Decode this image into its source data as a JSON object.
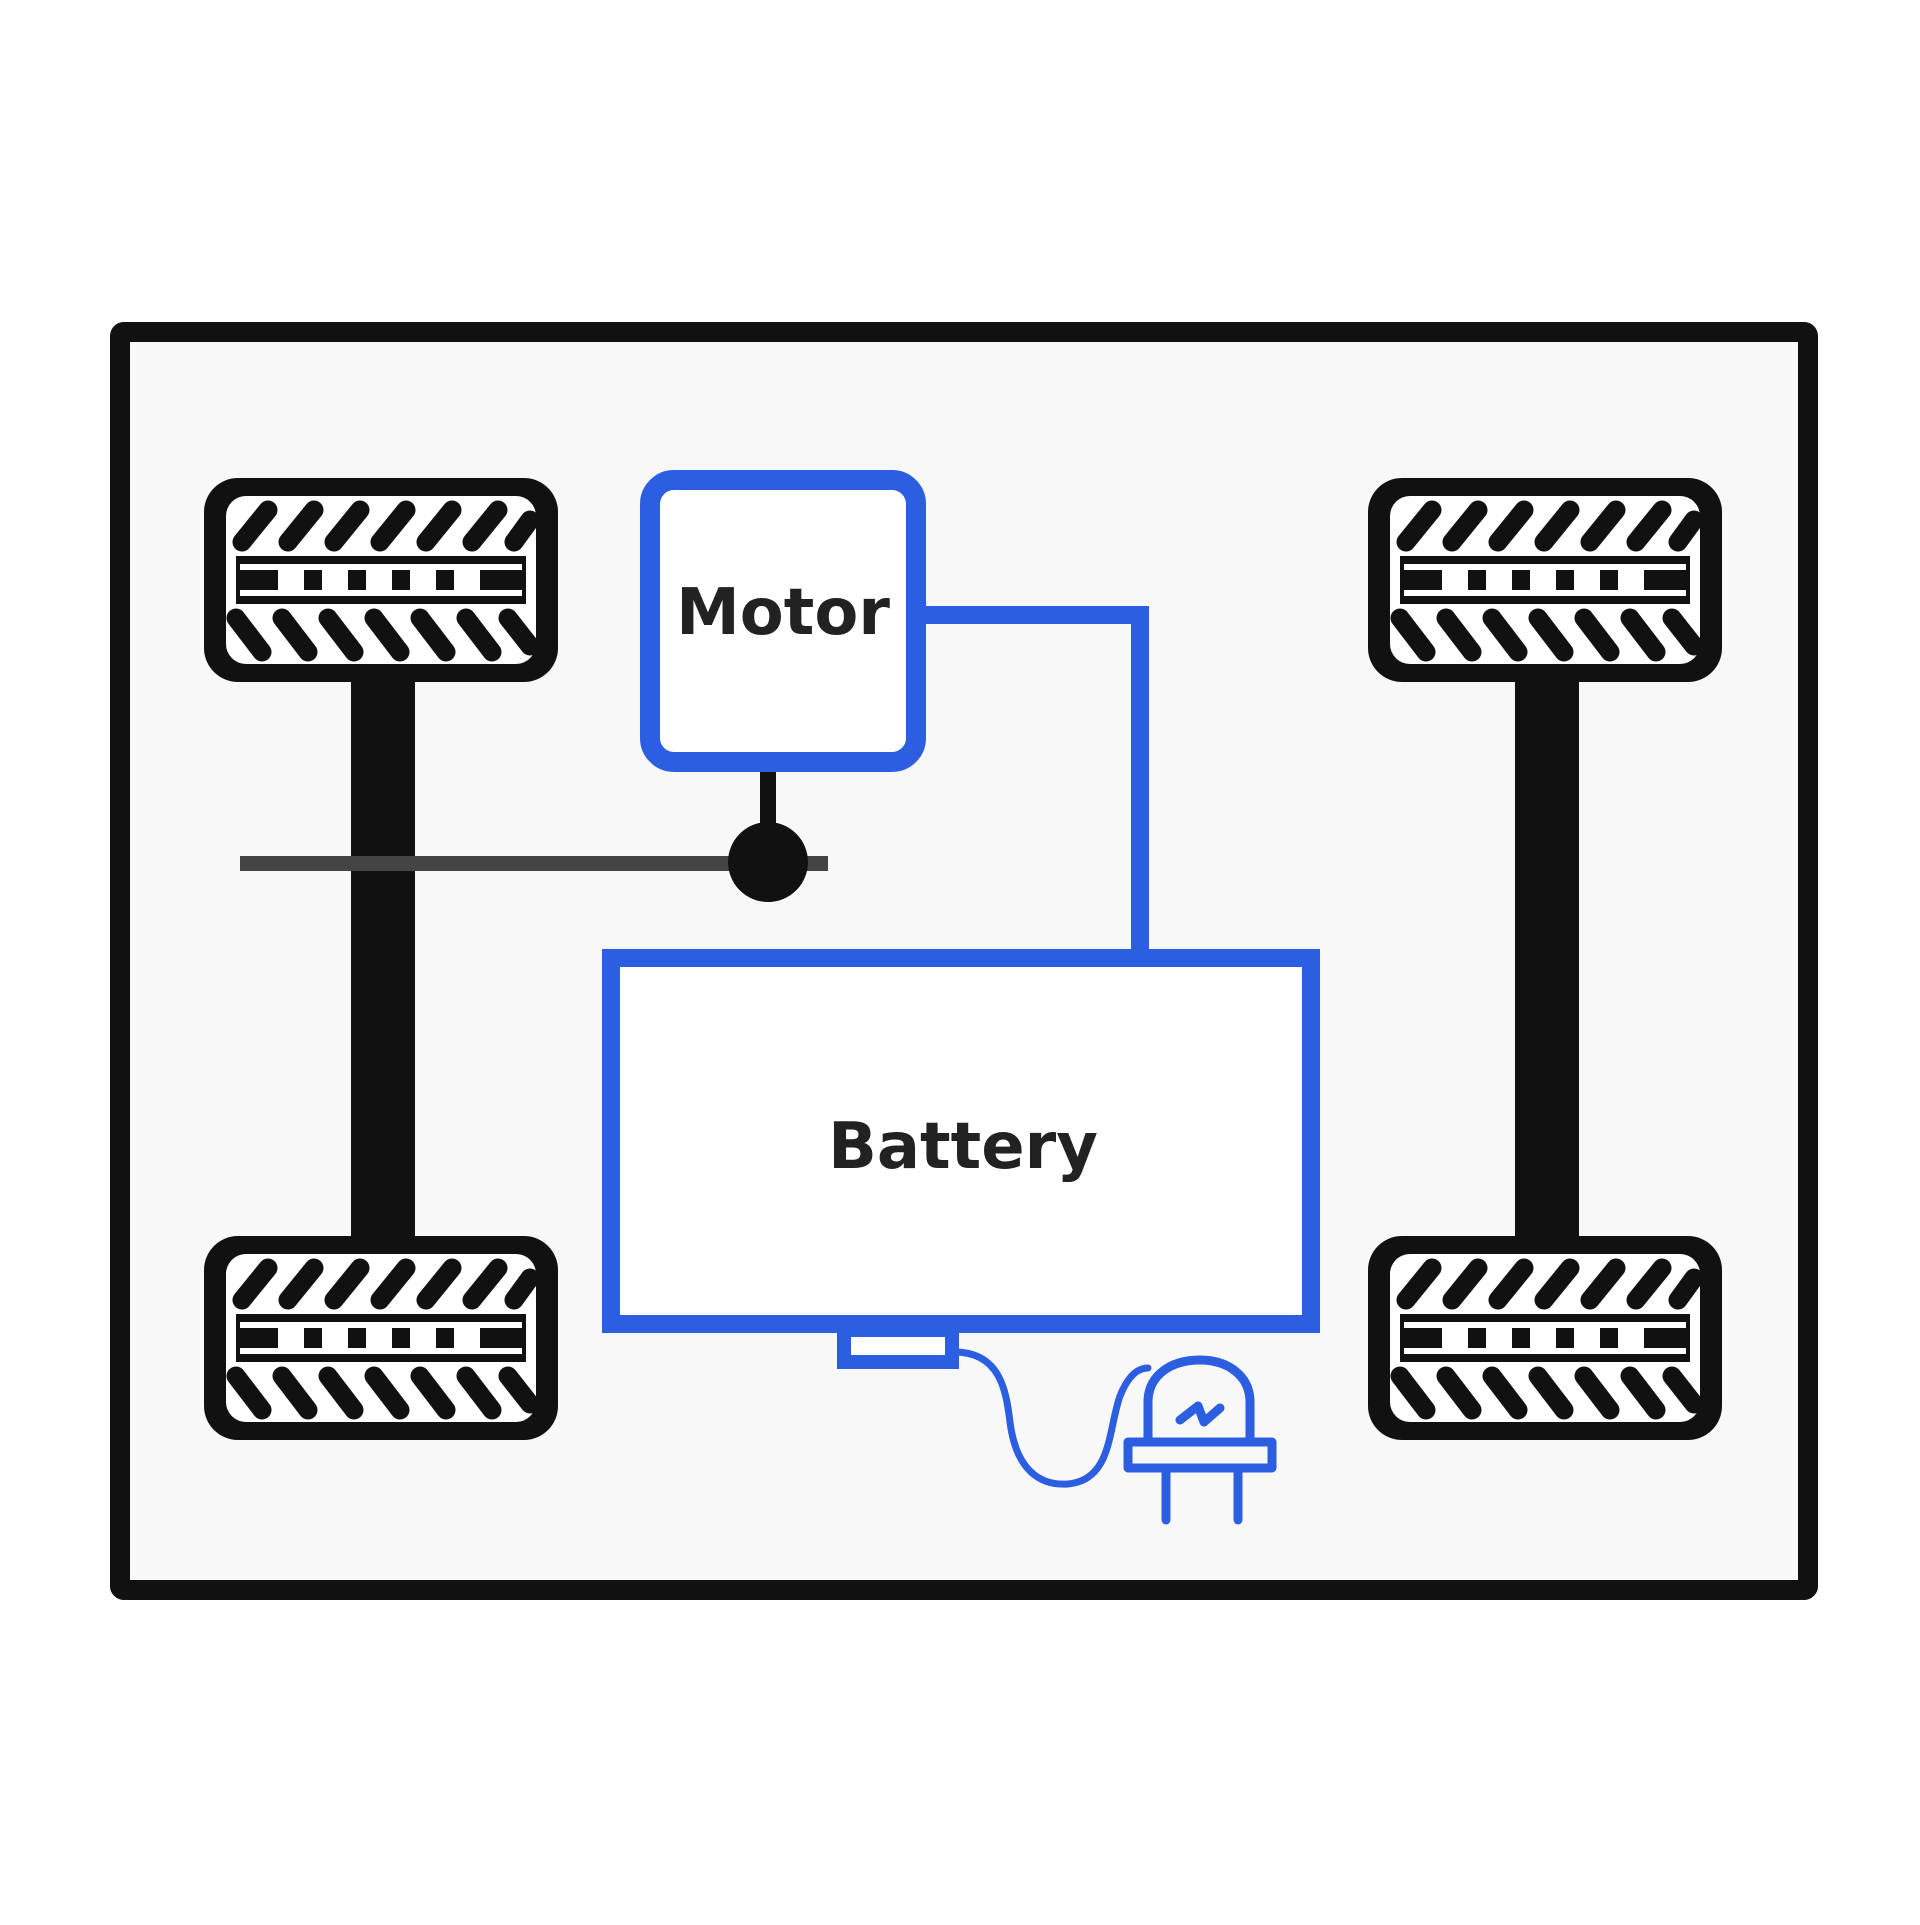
{
  "diagram": {
    "motor": {
      "label": "Motor"
    },
    "battery": {
      "label": "Battery"
    },
    "wheels": [
      {
        "position": "front-left"
      },
      {
        "position": "front-right"
      },
      {
        "position": "rear-left"
      },
      {
        "position": "rear-right"
      }
    ],
    "icons": {
      "charging_plug": "charging-plug-icon"
    }
  },
  "colors": {
    "frame": "#111111",
    "frame_fill": "#f8f8f8",
    "accent_blue": "#2b5ee0",
    "tire_black": "#111111",
    "shaft_gray": "#444444",
    "label_text": "#222222"
  }
}
